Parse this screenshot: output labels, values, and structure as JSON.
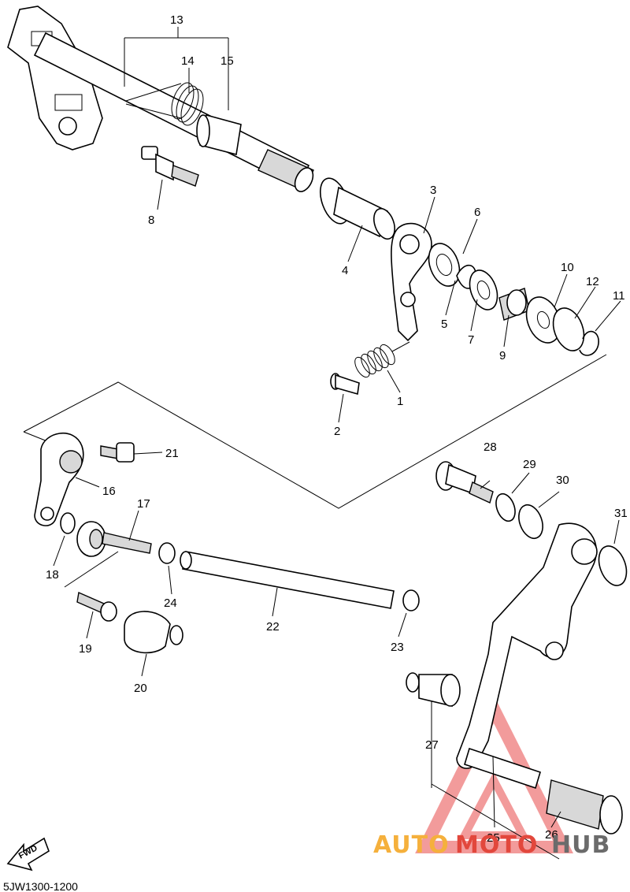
{
  "diagram": {
    "callouts": [
      "1",
      "2",
      "3",
      "4",
      "5",
      "6",
      "7",
      "8",
      "9",
      "10",
      "11",
      "12",
      "13",
      "14",
      "15",
      "16",
      "17",
      "18",
      "19",
      "20",
      "21",
      "22",
      "23",
      "24",
      "25",
      "26",
      "27",
      "28",
      "29",
      "30",
      "31"
    ],
    "drawing_code": "5JW1300-1200",
    "direction_label": "FWD"
  },
  "watermark": {
    "part1": "AUTO",
    "part2": "MOTO",
    "part3": "HUB",
    "colors": {
      "part1": "#f5b03c",
      "part2": "#e2473c",
      "part3": "#6b6b6b",
      "triangle": "#f08a8a"
    }
  }
}
